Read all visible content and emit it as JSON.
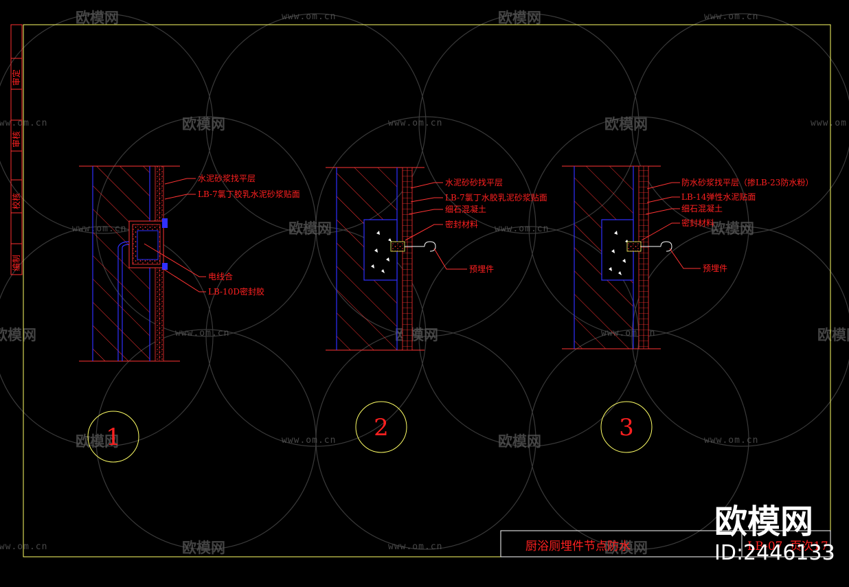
{
  "side_labels": [
    "审定",
    "审核",
    "校核",
    "编制"
  ],
  "details": [
    {
      "number": "1",
      "callouts": [
        "水泥砂浆找平层",
        "LB-7氯丁胶乳水泥砂浆贴面",
        "电线合",
        "LB-10D密封胶"
      ]
    },
    {
      "number": "2",
      "callouts": [
        "水泥砂砂找平层",
        "LB-7氯丁水胶乳泥砂浆贴面",
        "细石混凝土",
        "密封材料",
        "预埋件"
      ]
    },
    {
      "number": "3",
      "callouts": [
        "防水砂浆找平层（掺LB-23防水粉）",
        "LB-14弹性水泥贴面",
        "细石混凝土",
        "密封材料",
        "预埋件"
      ]
    }
  ],
  "title_block": {
    "drawing_title": "厨浴厕埋件节点防水",
    "drawing_code": "LB-07",
    "drawing_code_suffix": "页次17"
  },
  "watermark": {
    "brand": "欧模网",
    "url": "www.om.cn",
    "id_label": "ID:2446133"
  },
  "colors": {
    "background": "#000000",
    "frame": "#ffff66",
    "text": "#ff2020",
    "hatch": "#ff3333",
    "wall_line": "#3030ff",
    "circle": "#ffff66"
  }
}
